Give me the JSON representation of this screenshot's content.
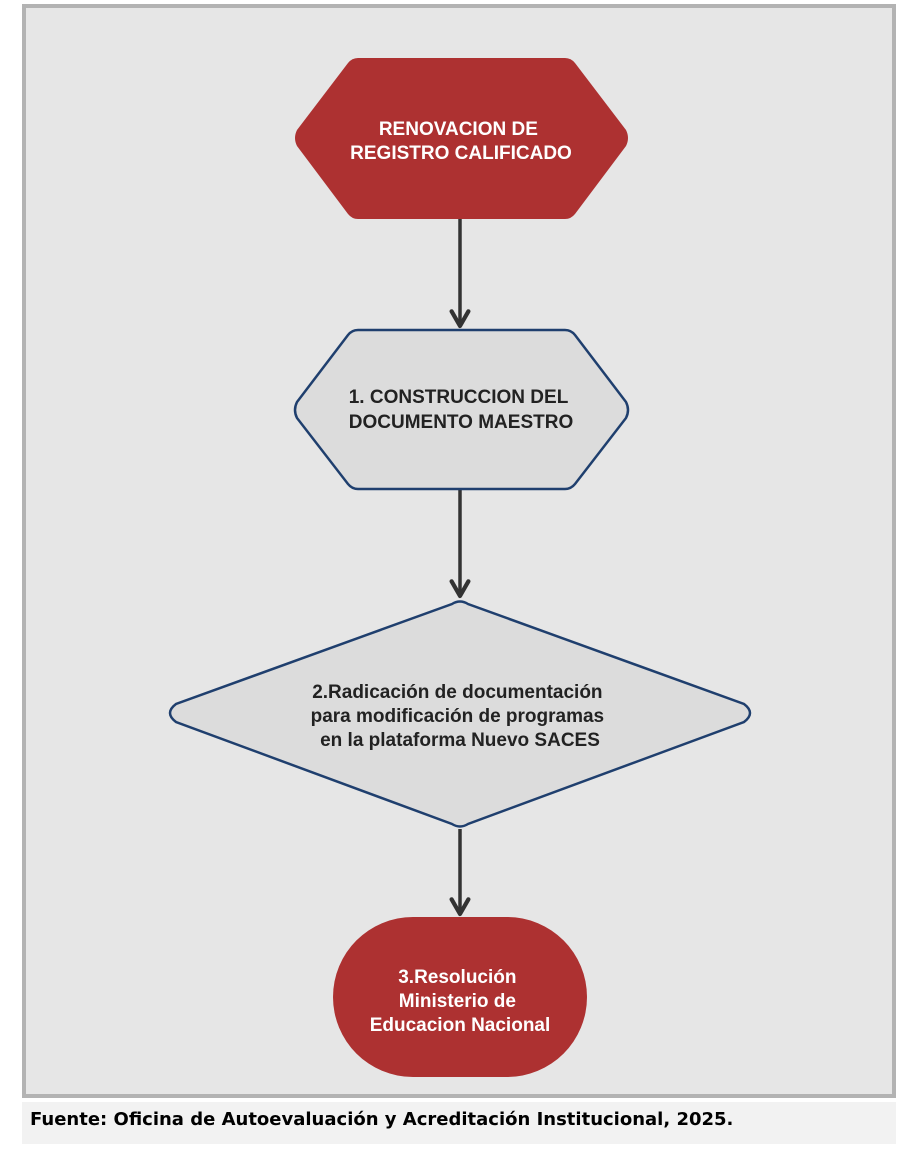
{
  "colors": {
    "frame_background": "#e6e6e6",
    "frame_border": "#b3b3b3",
    "accent_red": "#ad3131",
    "process_fill": "#dcdcdc",
    "process_stroke": "#1f3f6e",
    "connector": "#333333",
    "dark_text": "#222222",
    "light_text": "#ffffff"
  },
  "diagram": {
    "start": {
      "shape": "hexagon",
      "lines": [
        "RENOVACION DE",
        "REGISTRO CALIFICADO"
      ]
    },
    "step1": {
      "shape": "hexagon",
      "lines": [
        "1. CONSTRUCCION DEL",
        "DOCUMENTO MAESTRO"
      ]
    },
    "step2": {
      "shape": "diamond",
      "lines": [
        "2.Radicación de documentación",
        "para modificación de programas",
        "en la plataforma Nuevo SACES"
      ]
    },
    "end": {
      "shape": "rounded-terminal",
      "lines": [
        "3.Resolución",
        "Ministerio de",
        "Educacion Nacional"
      ]
    }
  },
  "caption": "Fuente: Oficina de Autoevaluación y Acreditación Institucional, 2025."
}
